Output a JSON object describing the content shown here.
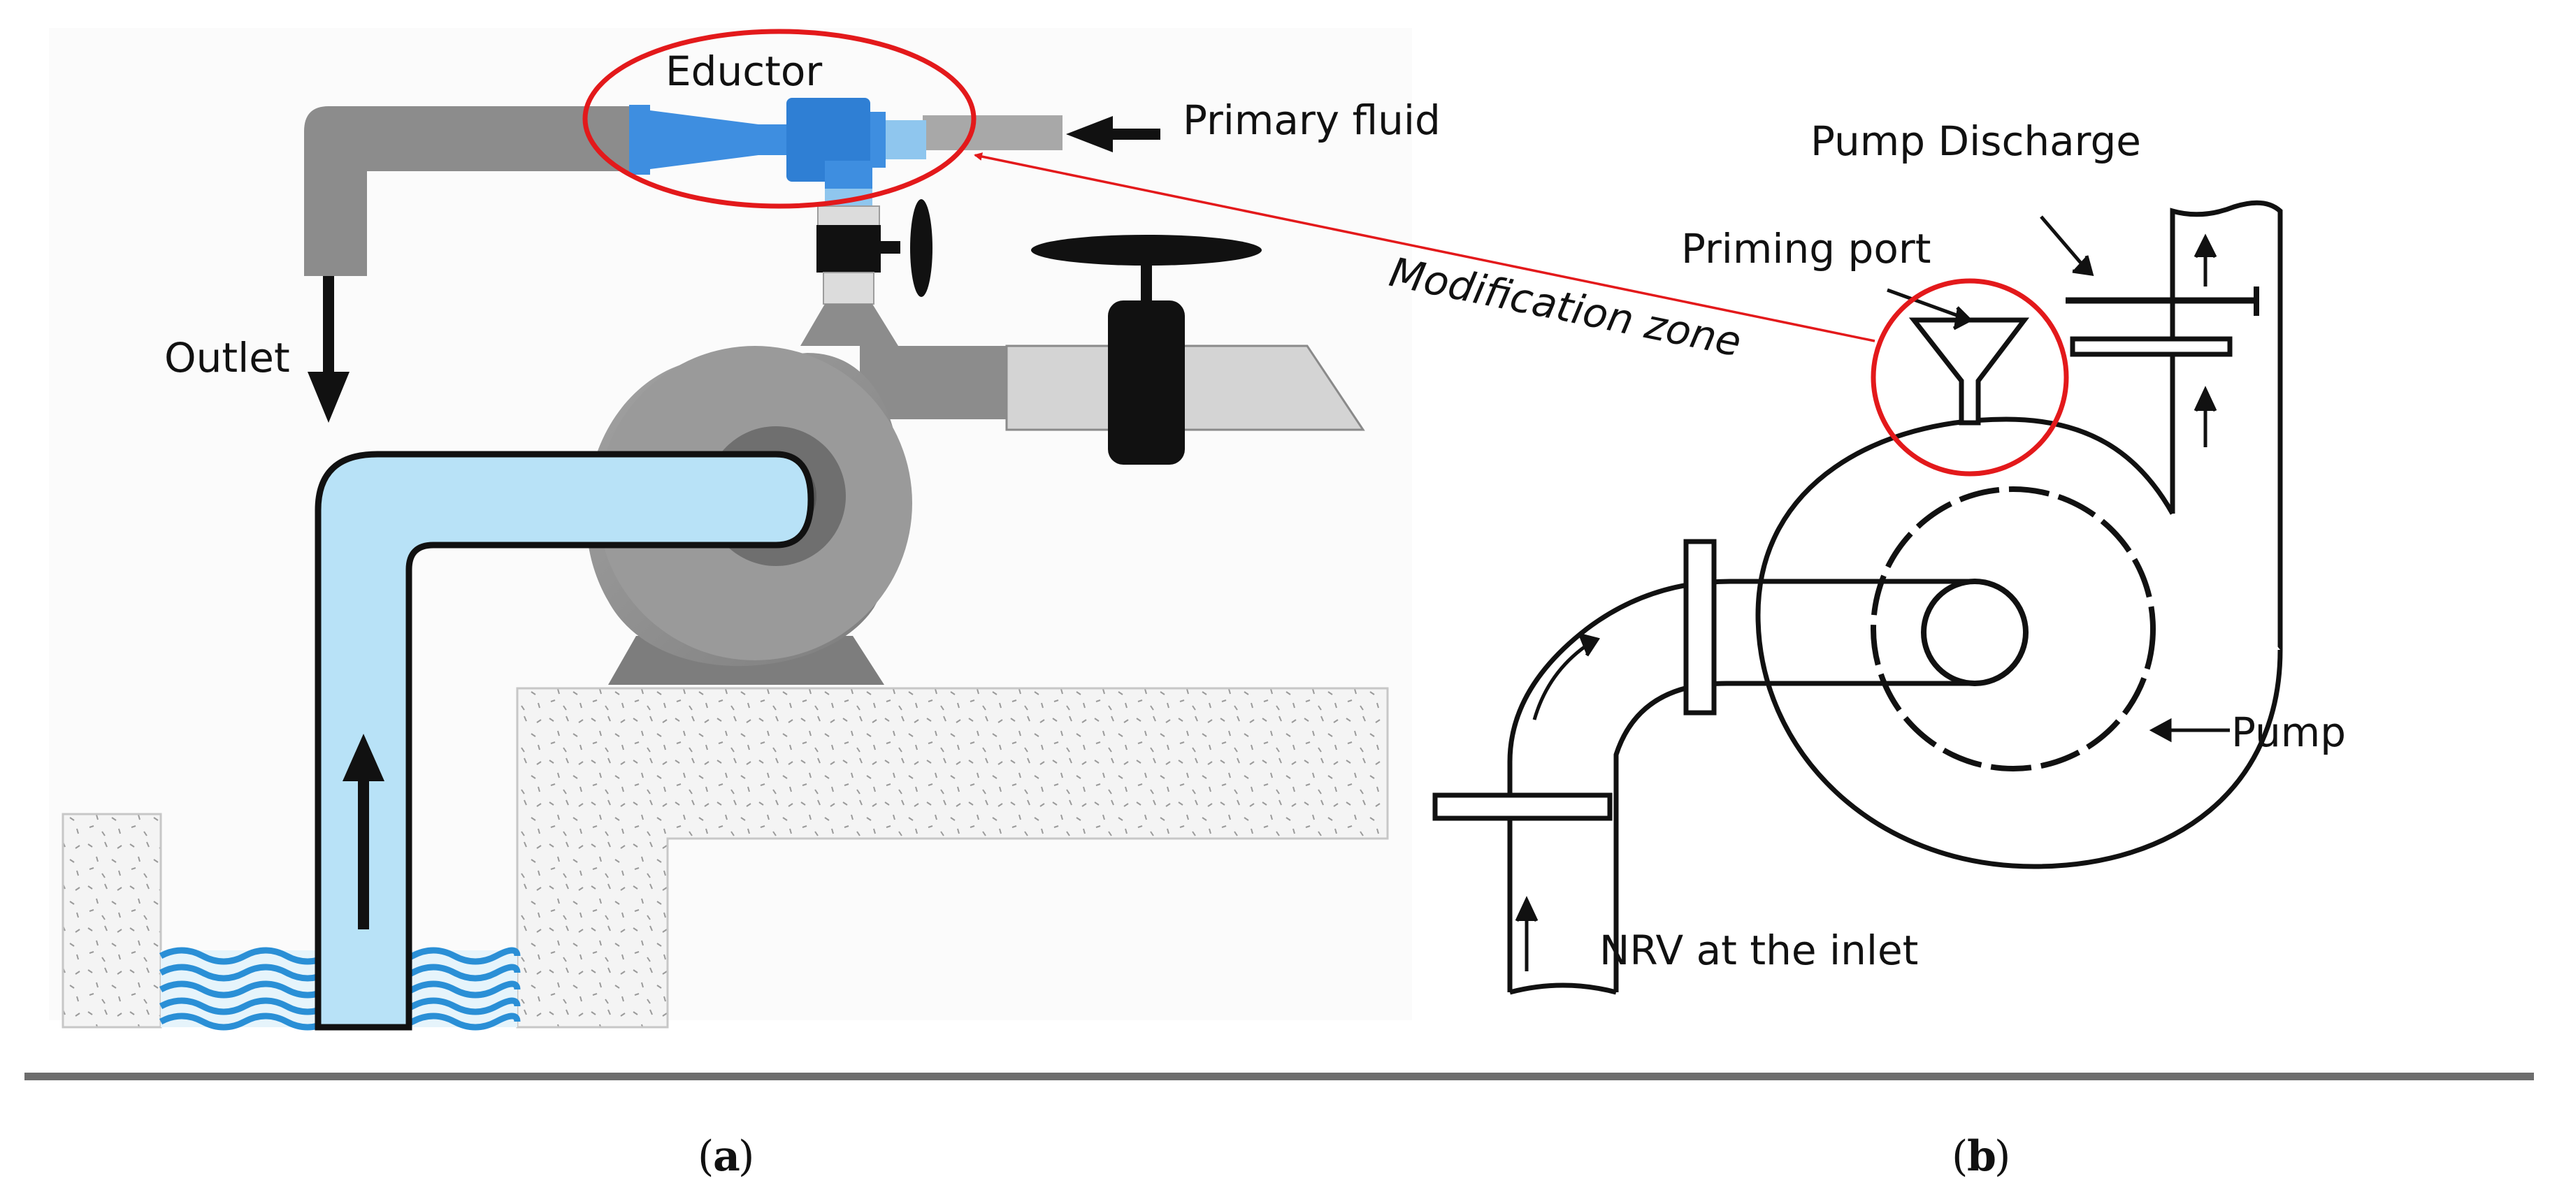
{
  "panel_a": {
    "labels": {
      "eductor": "Eductor",
      "primary_fluid": "Primary fluid",
      "outlet": "Outlet"
    },
    "caption_label": "a"
  },
  "panel_b": {
    "labels": {
      "pump_discharge": "Pump Discharge",
      "priming_port": "Priming port",
      "pump": "Pump",
      "nrv_inlet": "NRV at the inlet"
    },
    "caption_label": "b"
  },
  "annotation": {
    "modification_zone": "Modification zone"
  },
  "colors": {
    "highlight_ring": "#e3191b",
    "eductor_blue": "#3e8ee0",
    "pipe_gray": "#8c8c8c",
    "pump_gray": "#8f8f8f",
    "water_blue": "#b8e2f7",
    "wave_blue": "#2a8fd6",
    "concrete": "#f4f4f4",
    "divider": "#6d6d6d"
  }
}
